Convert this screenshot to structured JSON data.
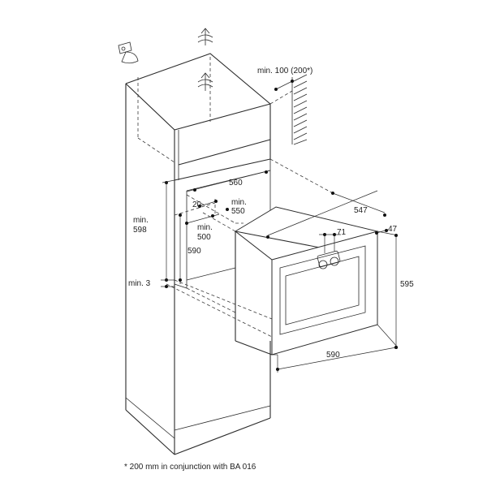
{
  "dimensions": {
    "top_vent": "min. 100 (200*)",
    "cavity_depth": "560",
    "offset_20": "20",
    "min_550_a": "min.",
    "min_550_b": "550",
    "min_598_a": "min.",
    "min_598_b": "598",
    "min_500_a": "min.",
    "min_500_b": "500",
    "width_590_left": "590",
    "min_3": "min. 3",
    "oven_depth": "547",
    "front_depth": "47",
    "knob_offset": "71",
    "oven_height": "595",
    "oven_width": "590"
  },
  "footnote": "* 200 mm in conjunction with BA 016",
  "icons": [
    "plug-icon",
    "ventilation-arrow-icon",
    "wall-hatch-icon",
    "oven-knob-icon"
  ]
}
